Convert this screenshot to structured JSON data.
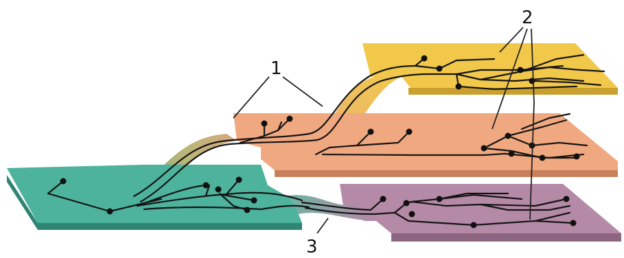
{
  "callouts": {
    "one": "1",
    "two": "2",
    "three": "3"
  },
  "colors": {
    "yellow_top": "#f2c84b",
    "yellow_side": "#c99f2d",
    "orange_top": "#f0a880",
    "orange_side": "#c8805c",
    "teal_top": "#4db39c",
    "teal_side": "#2f8574",
    "purple_top": "#b58aa6",
    "purple_side": "#8c6580",
    "trace": "#151515"
  }
}
